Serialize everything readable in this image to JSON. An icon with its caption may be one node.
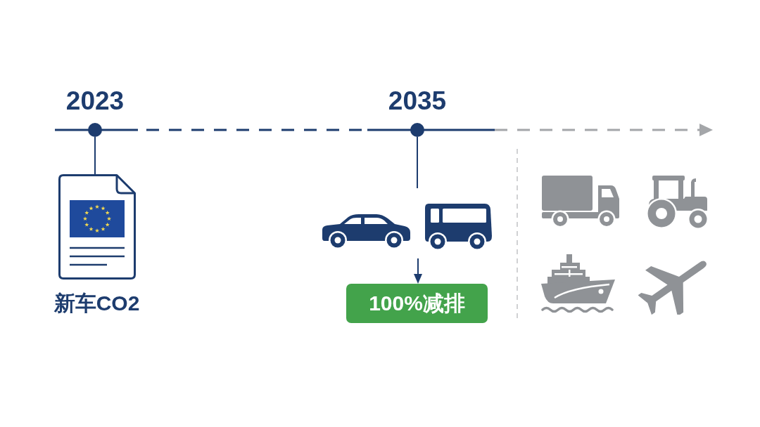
{
  "diagram": {
    "nodes": [
      {
        "text": [
          "2023"
        ]
      },
      {
        "text": [
          "新车CO2"
        ]
      },
      {
        "text": [
          "2035"
        ]
      },
      {
        "text": [],
        "shape": "picture"
      },
      {
        "text": [
          "100%减排"
        ]
      }
    ],
    "edges": [
      {
        "from": 0,
        "to": 1,
        "arrow": "none"
      },
      {
        "from": 2,
        "to": 3,
        "arrow": "none"
      },
      {
        "from": 3,
        "to": 4,
        "arrow": "to"
      }
    ]
  }
}
